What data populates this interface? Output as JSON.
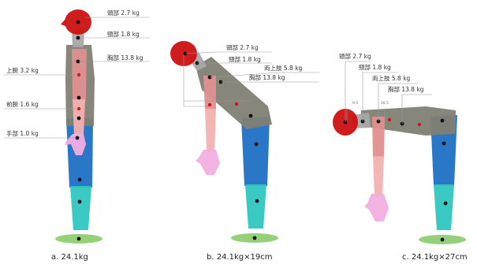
{
  "colors": {
    "head": "#cc1111",
    "neck": "#a8a8a8",
    "torso": "#7f7f73",
    "upper_arm": "#df8f8f",
    "forearm": "#f3b1b1",
    "hand": "#f1aee0",
    "thigh": "#1f6fc4",
    "shin": "#2fc7c0",
    "foot": "#8fcf72"
  },
  "icons": {
    "center_of_mass": "com-dot-icon"
  },
  "figures": [
    {
      "caption": "a.  24.1kg",
      "labels": {
        "head": "頭部  2.7 kg",
        "neck": "頸部  1.8 kg",
        "chest": "胸部 13.8 kg",
        "upper_arm": "上腕  3.2 kg",
        "forearm": "前腕  1.6 kg",
        "hand": "手部  1.0 kg"
      }
    },
    {
      "caption": "b.  24.1kg×19cm",
      "labels": {
        "head": "頭部  2.7 kg",
        "neck": "頸部  1.8 kg",
        "upper_arms": "両上肢  5.8 kg",
        "chest": "胸部 13.8 kg"
      }
    },
    {
      "caption": "c.  24.1kg×27cm",
      "labels": {
        "head": "頭部  2.7 kg",
        "neck": "頸部  1.8 kg",
        "upper_arms": "両上肢  5.8 kg",
        "chest": "胸部 13.8 kg"
      },
      "small_marks": [
        "9.5",
        "16.5"
      ]
    }
  ]
}
